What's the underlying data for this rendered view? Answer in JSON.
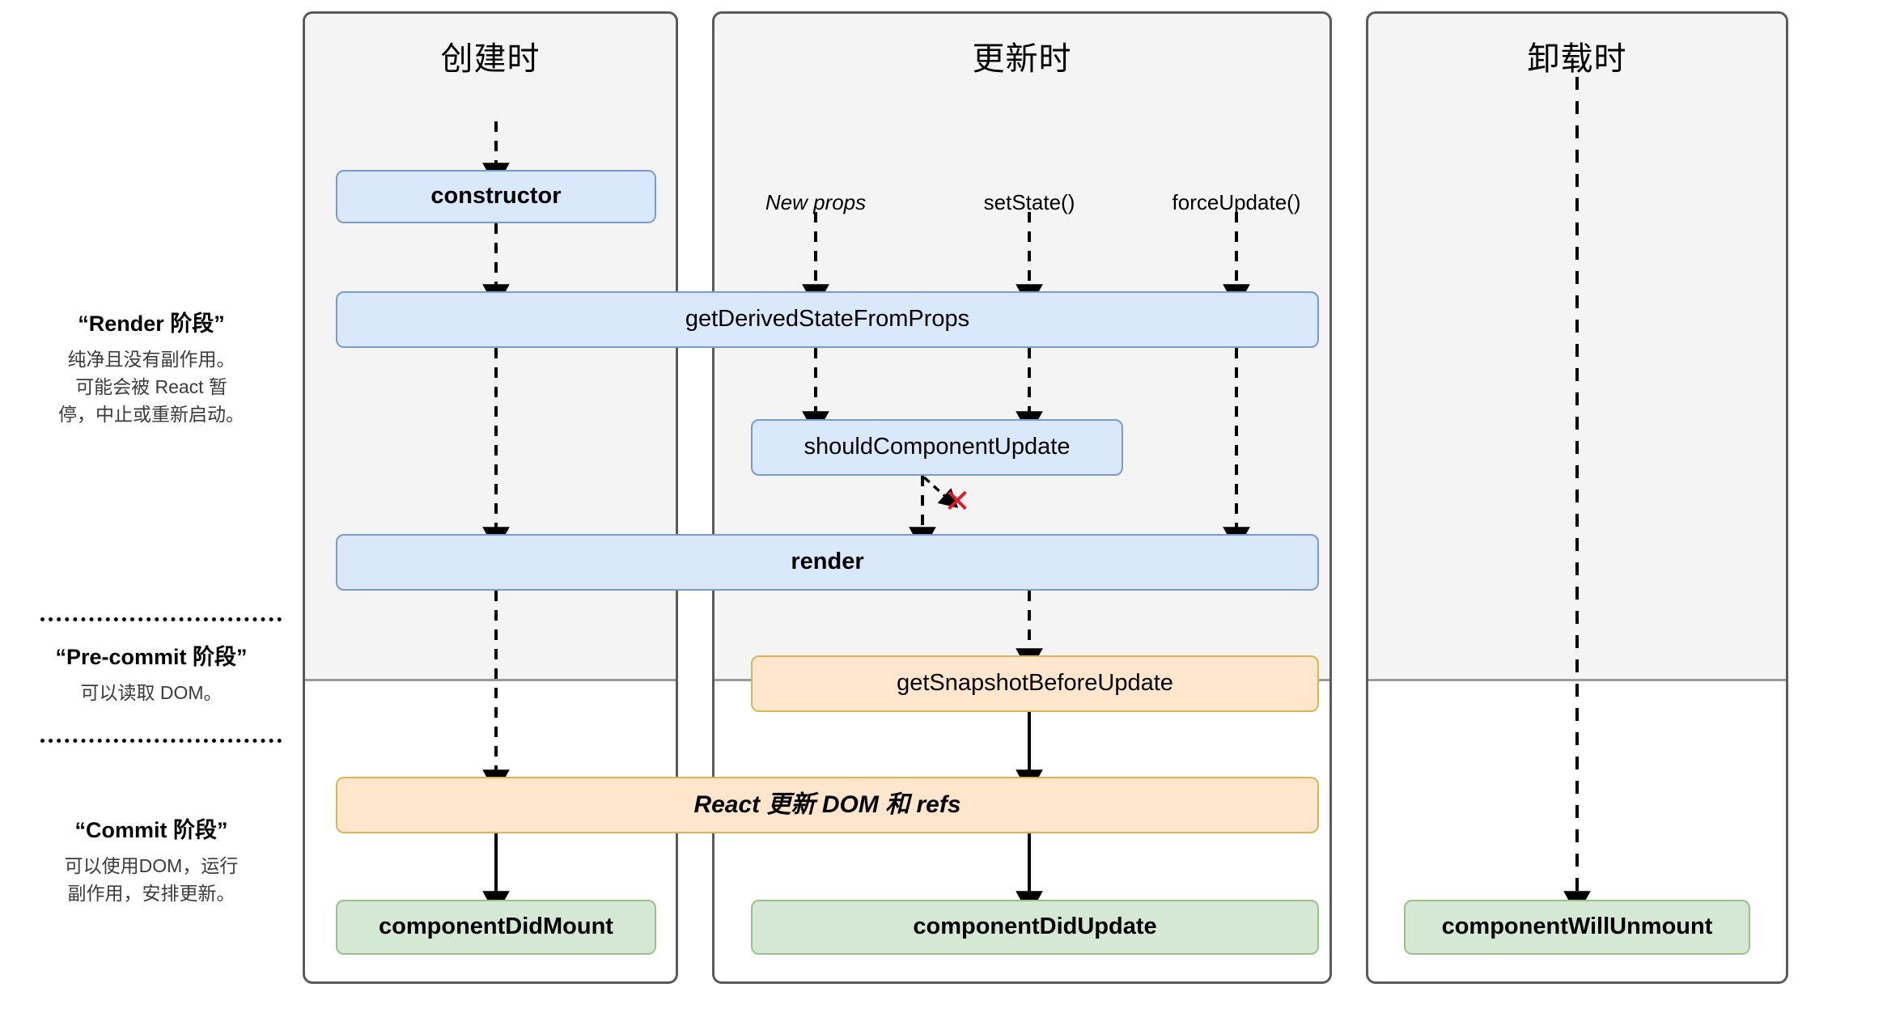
{
  "columns": [
    {
      "id": "mounting",
      "title": "创建时"
    },
    {
      "id": "updating",
      "title": "更新时"
    },
    {
      "id": "unmounting",
      "title": "卸载时"
    }
  ],
  "triggers": [
    {
      "id": "new-props",
      "label": "New props",
      "italic": true
    },
    {
      "id": "set-state",
      "label": "setState()",
      "italic": false
    },
    {
      "id": "force-update",
      "label": "forceUpdate()",
      "italic": false
    }
  ],
  "legend": [
    {
      "id": "render-phase",
      "title": "“Render 阶段”",
      "body": "纯净且没有副作用。\n可能会被 React 暂\n停，中止或重新启动。"
    },
    {
      "id": "pre-commit-phase",
      "title": "“Pre-commit 阶段”",
      "body": "可以读取 DOM。"
    },
    {
      "id": "commit-phase",
      "title": "“Commit 阶段”",
      "body": "可以使用DOM，运行\n副作用，安排更新。"
    }
  ],
  "nodes": {
    "constructor": {
      "label": "constructor",
      "style": "blue",
      "weight": "bold"
    },
    "get_derived_state": {
      "label": "getDerivedStateFromProps",
      "style": "blue",
      "weight": "normal"
    },
    "should_component_update": {
      "label": "shouldComponentUpdate",
      "style": "blue",
      "weight": "normal"
    },
    "render": {
      "label": "render",
      "style": "blue",
      "weight": "bold"
    },
    "get_snapshot": {
      "label": "getSnapshotBeforeUpdate",
      "style": "orange",
      "weight": "normal"
    },
    "react_updates_dom": {
      "label": "React 更新 DOM 和 refs",
      "style": "orange",
      "weight": "italic"
    },
    "component_did_mount": {
      "label": "componentDidMount",
      "style": "green",
      "weight": "bold"
    },
    "component_did_update": {
      "label": "componentDidUpdate",
      "style": "green",
      "weight": "bold"
    },
    "component_will_unmount": {
      "label": "componentWillUnmount",
      "style": "green",
      "weight": "bold"
    }
  },
  "markers": {
    "skip_update": {
      "id": "red-x",
      "glyph": "✕",
      "color": "#e01b24",
      "meaning": "shouldComponentUpdate returns false — skip render"
    }
  },
  "colors": {
    "blue_fill": "#dae8fc",
    "blue_stroke": "#7a9ccc",
    "orange_fill": "#ffe6cc",
    "orange_stroke": "#d6b656",
    "green_fill": "#d5e8d4",
    "green_stroke": "#9ac189",
    "panel_bg": "#f4f4f4",
    "panel_stroke": "#5a5a5a",
    "red_x": "#e01b24"
  }
}
